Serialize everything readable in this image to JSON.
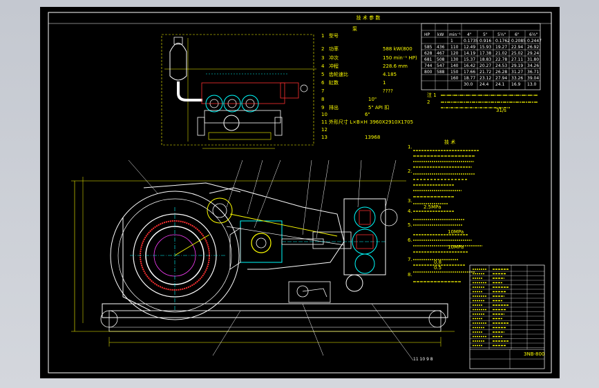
{
  "drawing": {
    "spec_title": "技 术 参 数",
    "tech_req_title": "技 术",
    "pump_params": [
      {
        "num": "1",
        "label": "型号",
        "value": ""
      },
      {
        "num": "2",
        "label": "功率",
        "value": "588 kW(800"
      },
      {
        "num": "3",
        "label": "冲次",
        "value": "150 min⁻¹ HP)"
      },
      {
        "num": "4",
        "label": "冲程",
        "value": "228.6 mm"
      },
      {
        "num": "5",
        "label": "齿轮速比",
        "value": "4.185"
      },
      {
        "num": "6",
        "label": "缸数",
        "value": "1"
      },
      {
        "num": "7",
        "label": "",
        "value": "????"
      },
      {
        "num": "8",
        "label": "",
        "value": "10\""
      },
      {
        "num": "9",
        "label": "排出",
        "value": "5\"  API 扣"
      },
      {
        "num": "10",
        "label": "",
        "value": "6\""
      },
      {
        "num": "11",
        "label": "外形尺寸 L×B×H",
        "value": "3960X2910X1705"
      },
      {
        "num": "12",
        "label": "",
        "value": ""
      },
      {
        "num": "13",
        "label": "",
        "value": "13968"
      }
    ],
    "perf_table": {
      "col_headers": [
        "HP",
        "kW",
        "min⁻¹",
        "4\"",
        "5\"",
        "5½\"",
        "6\"",
        "6½\""
      ],
      "rows": [
        [
          "",
          "",
          "1",
          "0.1735",
          "0.916",
          "0.1762",
          "0.2085",
          "0.2447"
        ],
        [
          "585",
          "436",
          "110",
          "12.49",
          "15.93",
          "19.27",
          "22.94",
          "26.92"
        ],
        [
          "628",
          "467",
          "120",
          "14.19",
          "17.38",
          "21.02",
          "25.02",
          "29.24"
        ],
        [
          "681",
          "508",
          "130",
          "15.37",
          "18.83",
          "22.78",
          "27.11",
          "31.80"
        ],
        [
          "744",
          "547",
          "140",
          "16.42",
          "20.27",
          "24.53",
          "29.19",
          "34.26"
        ],
        [
          "800",
          "588",
          "150",
          "17.66",
          "21.72",
          "26.28",
          "31.27",
          "36.71"
        ],
        [
          "",
          "",
          "160",
          "18.77",
          "23.12",
          "27.94",
          "33.26",
          "39.04"
        ],
        [
          "",
          "",
          "",
          "30.0",
          "24.4",
          "24.1",
          "16.9",
          "13.0"
        ]
      ]
    },
    "notes": [
      "1.",
      "2.",
      "3.",
      "4.",
      "5.",
      "6.",
      "7.",
      "8."
    ],
    "note_values": [
      "31/s",
      "2.5MPa",
      "10MPa",
      "10MPa",
      "0.8",
      "0.5"
    ],
    "title_block_code": "3NB-800"
  }
}
